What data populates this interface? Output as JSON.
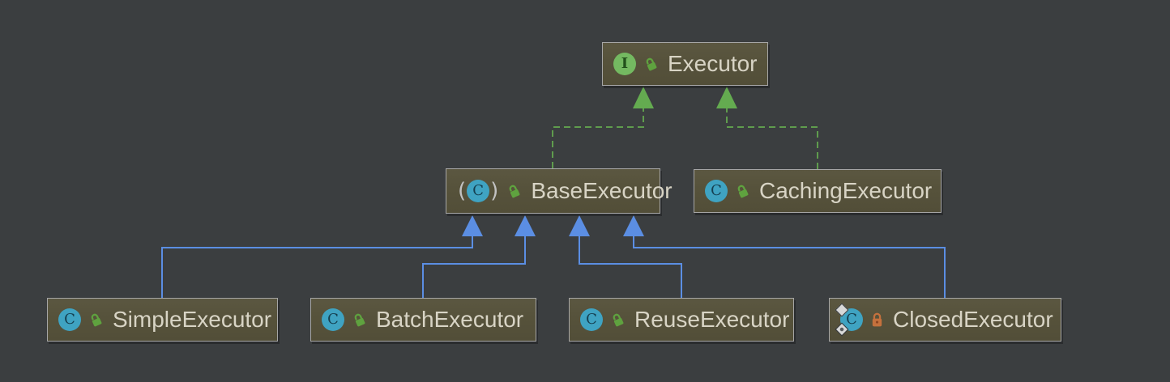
{
  "diagram": {
    "tool": "uml-class-diagram",
    "background_color": "#3b3e40",
    "node_fill_color": "#56523b",
    "node_border_color": "#a6a6a6",
    "node_text_color": "#d8d4c5",
    "extends_edge_color": "#5b8ee3",
    "implements_edge_color": "#5f9c4d",
    "icons": {
      "interface_letter": "I",
      "class_letter": "C",
      "abstract_paren_open": "(",
      "abstract_paren_close": ")"
    },
    "nodes": [
      {
        "id": "executor",
        "label": "Executor",
        "kind": "interface",
        "visibility": "public"
      },
      {
        "id": "base-executor",
        "label": "BaseExecutor",
        "kind": "abstract-class",
        "visibility": "public"
      },
      {
        "id": "caching-executor",
        "label": "CachingExecutor",
        "kind": "class",
        "visibility": "public"
      },
      {
        "id": "simple-executor",
        "label": "SimpleExecutor",
        "kind": "class",
        "visibility": "public"
      },
      {
        "id": "batch-executor",
        "label": "BatchExecutor",
        "kind": "class",
        "visibility": "public"
      },
      {
        "id": "reuse-executor",
        "label": "ReuseExecutor",
        "kind": "class",
        "visibility": "public"
      },
      {
        "id": "closed-executor",
        "label": "ClosedExecutor",
        "kind": "static-nested-class",
        "visibility": "private"
      }
    ],
    "edges": [
      {
        "from": "base-executor",
        "to": "executor",
        "type": "implements"
      },
      {
        "from": "caching-executor",
        "to": "executor",
        "type": "implements"
      },
      {
        "from": "simple-executor",
        "to": "base-executor",
        "type": "extends"
      },
      {
        "from": "batch-executor",
        "to": "base-executor",
        "type": "extends"
      },
      {
        "from": "reuse-executor",
        "to": "base-executor",
        "type": "extends"
      },
      {
        "from": "closed-executor",
        "to": "base-executor",
        "type": "extends"
      }
    ]
  }
}
